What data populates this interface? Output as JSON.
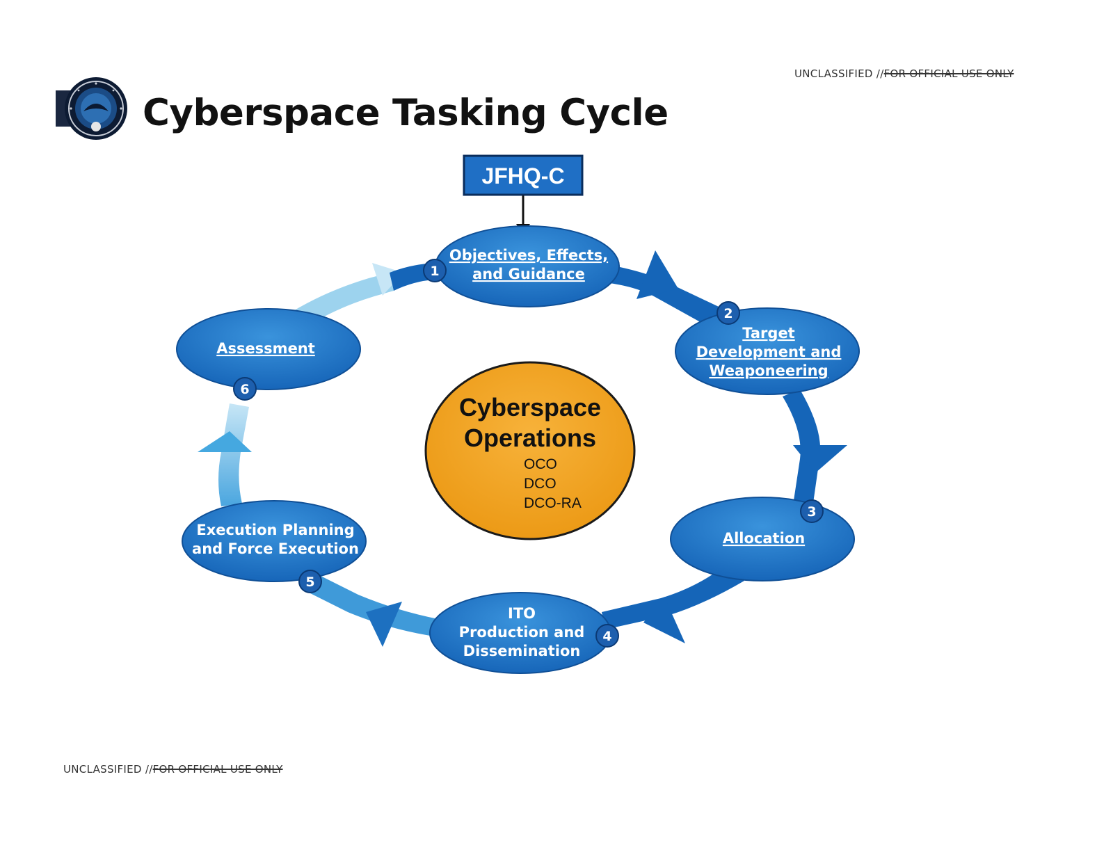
{
  "classification": {
    "label": "UNCLASSIFIED //",
    "struck": "FOR OFFICIAL USE ONLY"
  },
  "header": {
    "title": "Cyberspace Tasking Cycle",
    "logo_icon": "seal-icon"
  },
  "diagram": {
    "top_box": "JFHQ-C",
    "center": {
      "title_line1": "Cyberspace",
      "title_line2": "Operations",
      "items": [
        "OCO",
        "DCO",
        "DCO-RA"
      ]
    },
    "steps": [
      {
        "number": "1",
        "lines": [
          "Objectives, Effects,",
          "and Guidance"
        ]
      },
      {
        "number": "2",
        "lines": [
          "Target",
          "Development and",
          "Weaponeering"
        ]
      },
      {
        "number": "3",
        "lines": [
          "Allocation"
        ]
      },
      {
        "number": "4",
        "lines": [
          "ITO",
          "Production and",
          "Dissemination"
        ]
      },
      {
        "number": "5",
        "lines": [
          "Execution Planning",
          "and Force Execution"
        ]
      },
      {
        "number": "6",
        "lines": [
          "Assessment"
        ]
      }
    ],
    "colors": {
      "node_blue": "#1f78c8",
      "dark_arrow": "#1565b8",
      "light_arrow": "#9dd3ee",
      "mid_arrow": "#45a8e0",
      "center_orange": "#f2a21f"
    }
  }
}
